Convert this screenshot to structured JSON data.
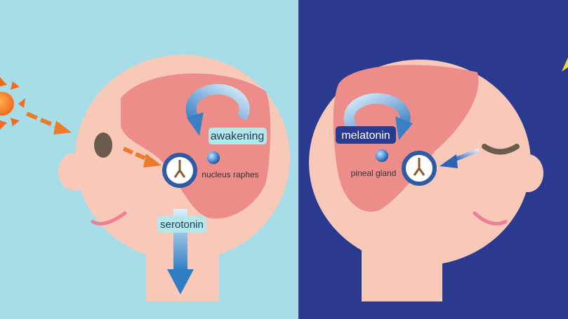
{
  "day_panel": {
    "label_awakening": "awakening",
    "label_nucleus": "nucleus raphes",
    "label_serotonin": "serotonin",
    "icons": [
      "sun-icon",
      "clock-icon",
      "open-eye-icon"
    ]
  },
  "night_panel": {
    "label_melatonin": "melatonin",
    "label_pineal": "pineal gland",
    "icons": [
      "moon-icon",
      "clock-icon",
      "closed-eye-icon"
    ]
  },
  "colors": {
    "day_bg": "#a6dde6",
    "night_bg": "#293a8f",
    "skin": "#f8c9b9",
    "brain": "#ec8d8a",
    "arrow_orange": "#ee7a2c",
    "arrow_blue": "#3a7fc4",
    "clock_ring": "#2f5aa5"
  }
}
